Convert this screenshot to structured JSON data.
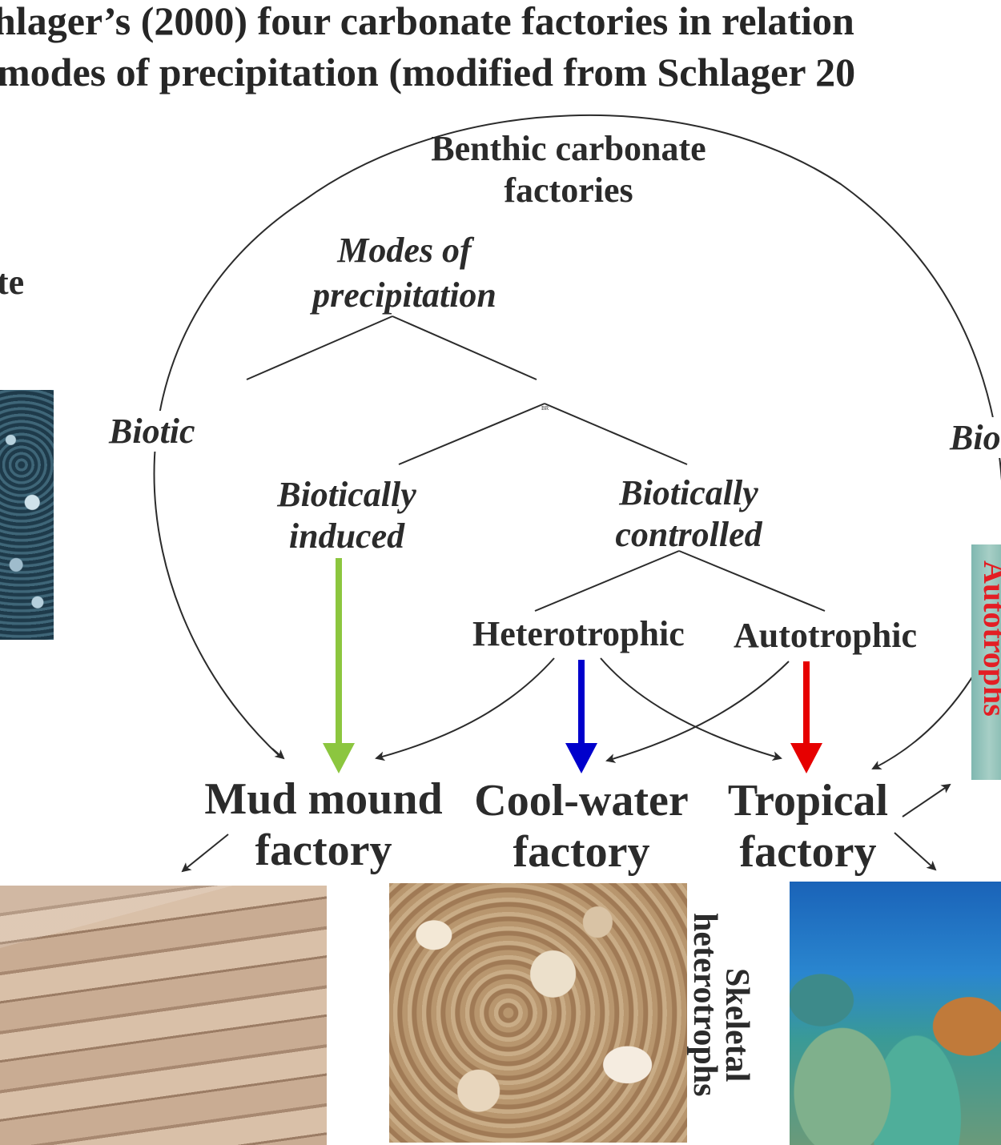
{
  "title": {
    "line1": "hlager’s (2000) four carbonate factories in relation",
    "line2": "modes of precipitation (modified from Schlager 20"
  },
  "diagram": {
    "center_heading_line1": "Benthic carbonate",
    "center_heading_line2": "factories",
    "modes_line1": "Modes of",
    "modes_line2": "precipitation",
    "left_cut_text": "te",
    "biotic_left": "Biotic",
    "biotic_right": "Bio",
    "br_mark": "BR",
    "induced_line1": "Biotically",
    "induced_line2": "induced",
    "controlled_line1": "Biotically",
    "controlled_line2": "controlled",
    "heterotrophic": "Heterotrophic",
    "autotrophic": "Autotrophic",
    "factories": {
      "mud_line1": "Mud mound",
      "mud_line2": "factory",
      "cool_line1": "Cool-water",
      "cool_line2": "factory",
      "tropical_line1": "Tropical",
      "tropical_line2": "factory"
    },
    "side_labels": {
      "skeletal_line1": "Skeletal",
      "skeletal_line2": "heterotrophs",
      "autotrophs": "Autotrophs"
    },
    "colors": {
      "induced_arrow": "#8cc63f",
      "heterotrophic_arrow": "#0000cc",
      "autotrophic_arrow": "#e60000",
      "autotrophs_label": "#e31e24"
    },
    "photos": {
      "left_micrograph": "thin-section-micrograph",
      "mud_mound": "mud-mound-outcrop-photo",
      "shells": "shell-beach-photo",
      "reef": "coral-reef-photo",
      "right_strip": "autotrophs-photo"
    }
  }
}
